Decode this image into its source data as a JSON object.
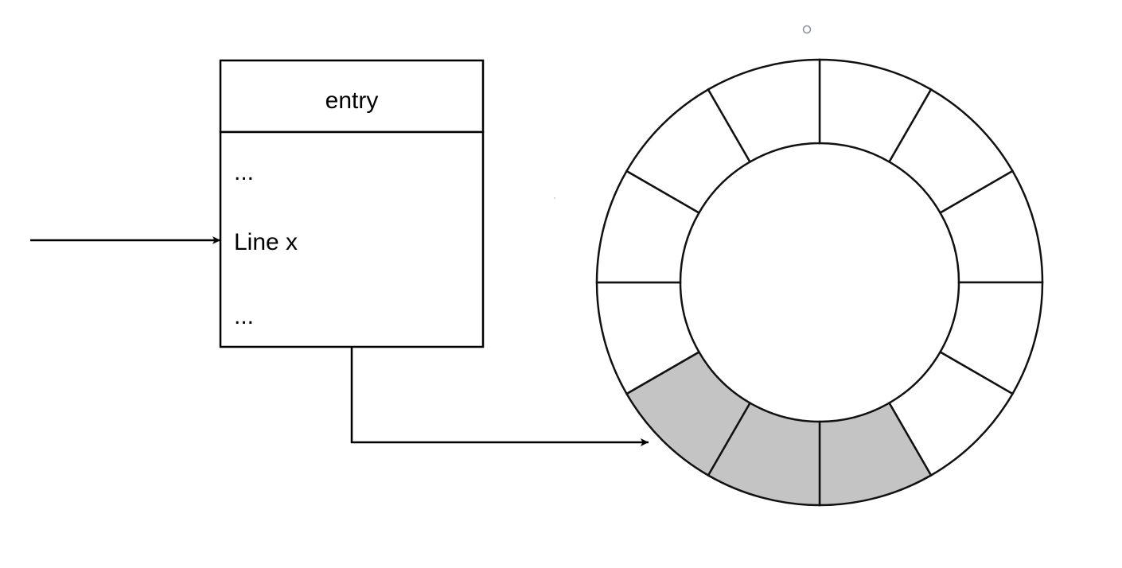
{
  "entry_box": {
    "header": "entry",
    "lines": [
      "...",
      "Line x",
      "..."
    ]
  },
  "ring_buffer": {
    "segments": 12,
    "highlighted_segments": [
      5,
      6,
      7
    ],
    "highlight_color": "#c4c4c4",
    "stroke_color": "#111111"
  },
  "connectors": {
    "incoming_arrow_target": "Line x",
    "outgoing_arrow_target": "ring-buffer"
  }
}
